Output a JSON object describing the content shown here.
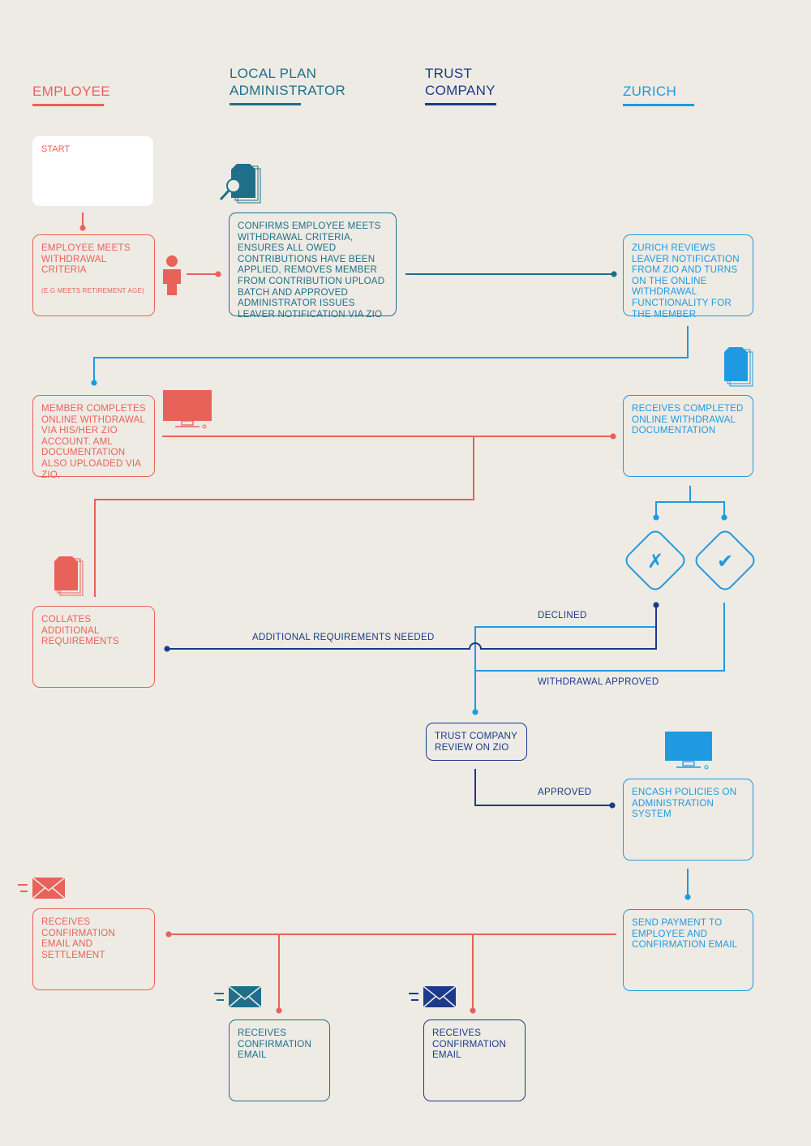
{
  "lanes": {
    "employee": "EMPLOYEE",
    "lpa_line1": "LOCAL PLAN",
    "lpa_line2": "ADMINISTRATOR",
    "trust_line1": "TRUST",
    "trust_line2": "COMPANY",
    "zurich": "ZURICH"
  },
  "start_label": "START",
  "boxes": {
    "meets_criteria": "EMPLOYEE MEETS WITHDRAWAL CRITERIA",
    "meets_criteria_sub": "(E.G MEETS RETIREMENT AGE)",
    "confirms": "CONFIRMS EMPLOYEE MEETS WITHDRAWAL CRITERIA, ENSURES ALL OWED CONTRIBUTIONS HAVE BEEN APPLIED, REMOVES MEMBER FROM CONTRIBUTION UPLOAD BATCH AND APPROVED ADMINISTRATOR ISSUES LEAVER NOTIFICATION VIA ZIO",
    "zurich_reviews": "ZURICH REVIEWS LEAVER NOTIFICATION FROM ZIO AND TURNS ON THE ONLINE WITHDRAWAL FUNCTIONALITY FOR THE MEMBER",
    "member_completes": "MEMBER COMPLETES ONLINE WITHDRAWAL VIA HIS/HER ZIO ACCOUNT. AML DOCUMENTATION ALSO UPLOADED VIA ZIO.",
    "receives_completed": "RECEIVES COMPLETED ONLINE WITHDRAWAL DOCUMENTATION",
    "collates": "COLLATES ADDITIONAL REQUIREMENTS",
    "trust_review": "TRUST COMPANY REVIEW ON ZIO",
    "encash": "ENCASH POLICIES ON ADMINISTRATION SYSTEM",
    "send_payment": "SEND PAYMENT TO EMPLOYEE AND CONFIRMATION EMAIL",
    "emp_receives": "RECEIVES CONFIRMATION EMAIL AND SETTLEMENT",
    "lpa_receives": "RECEIVES CONFIRMATION EMAIL",
    "trust_receives": "RECEIVES CONFIRMATION EMAIL"
  },
  "edge_labels": {
    "declined": "DECLINED",
    "additional": "ADDITIONAL REQUIREMENTS NEEDED",
    "approved_withdrawal": "WITHDRAWAL APPROVED",
    "approved": "APPROVED"
  },
  "decisions": {
    "declined_symbol": "✗",
    "approved_symbol": "✔"
  },
  "colors": {
    "employee": "#e8625a",
    "lpa": "#1f6f8b",
    "trust": "#1b3a8c",
    "zurich": "#1f9ae2",
    "background": "#eeebe4"
  },
  "icons": [
    "person-icon",
    "document-search-icon",
    "documents-icon",
    "computer-icon",
    "mail-icon"
  ]
}
